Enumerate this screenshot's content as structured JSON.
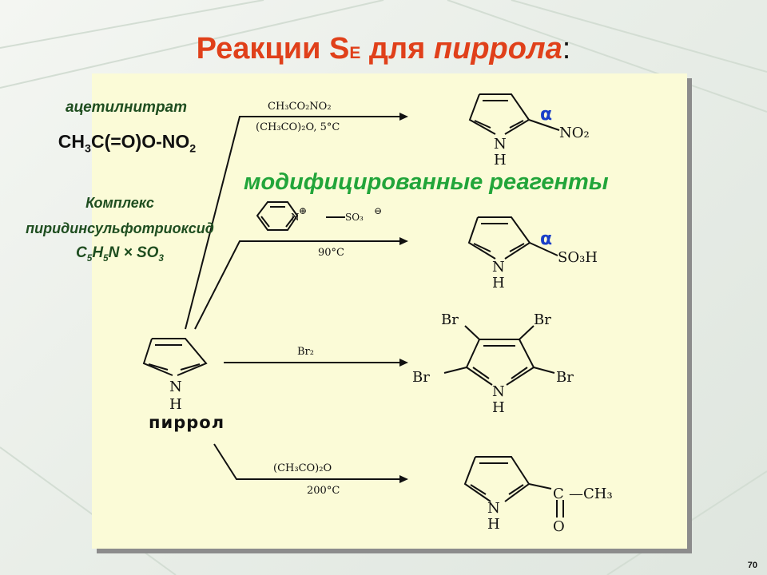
{
  "title": {
    "part1": "Реакции S",
    "sub": "E",
    "part2": " для ",
    "italic_word": "пиррола",
    "colon": ":"
  },
  "notes": {
    "acetyl_nitrate_name": "ацетилнитрат",
    "acetyl_nitrate_formula_a": "CH",
    "acetyl_nitrate_formula_sub1": "3",
    "acetyl_nitrate_formula_b": "C(=O)O-NO",
    "acetyl_nitrate_formula_sub2": "2",
    "complex_line1": "Комплекс",
    "complex_line2": "пиридинсульфотриоксид",
    "complex_formula_a": "C",
    "complex_formula_sub1": "5",
    "complex_formula_b": "H",
    "complex_formula_sub2": "5",
    "complex_formula_c": "N × SO",
    "complex_formula_sub3": "3"
  },
  "modified_reagents": "модифицированные реагенты",
  "start": {
    "n": "N",
    "h": "H",
    "name": "пиррол"
  },
  "reactions": [
    {
      "reagent1": "CH₃CO₂NO₂",
      "reagent2": "(CH₃CO)₂O, 5°C",
      "product": {
        "n": "N",
        "h": "H",
        "substituent": "NO₂",
        "alpha": "α"
      }
    },
    {
      "reagent_n": "N",
      "reagent_plus": "⊕",
      "reagent_so3": "—SO₃",
      "reagent_minus": "⊖",
      "condition": "90°C",
      "product": {
        "n": "N",
        "h": "H",
        "substituent": "SO₃H",
        "alpha": "α"
      }
    },
    {
      "reagent": "Br₂",
      "product": {
        "n": "N",
        "h": "H",
        "br": "Br"
      }
    },
    {
      "reagent1": "(CH₃CO)₂O",
      "reagent2": "200°C",
      "product": {
        "n": "N",
        "h": "H",
        "c": "C",
        "ch3": "—CH₃",
        "o": "O"
      }
    }
  ],
  "page_number": "70",
  "colors": {
    "title": "#e0401a",
    "notes": "#1f4e20",
    "modified_reagents": "#22a53a",
    "alpha": "#1a3fc8",
    "panel": "#fbfbd7"
  }
}
